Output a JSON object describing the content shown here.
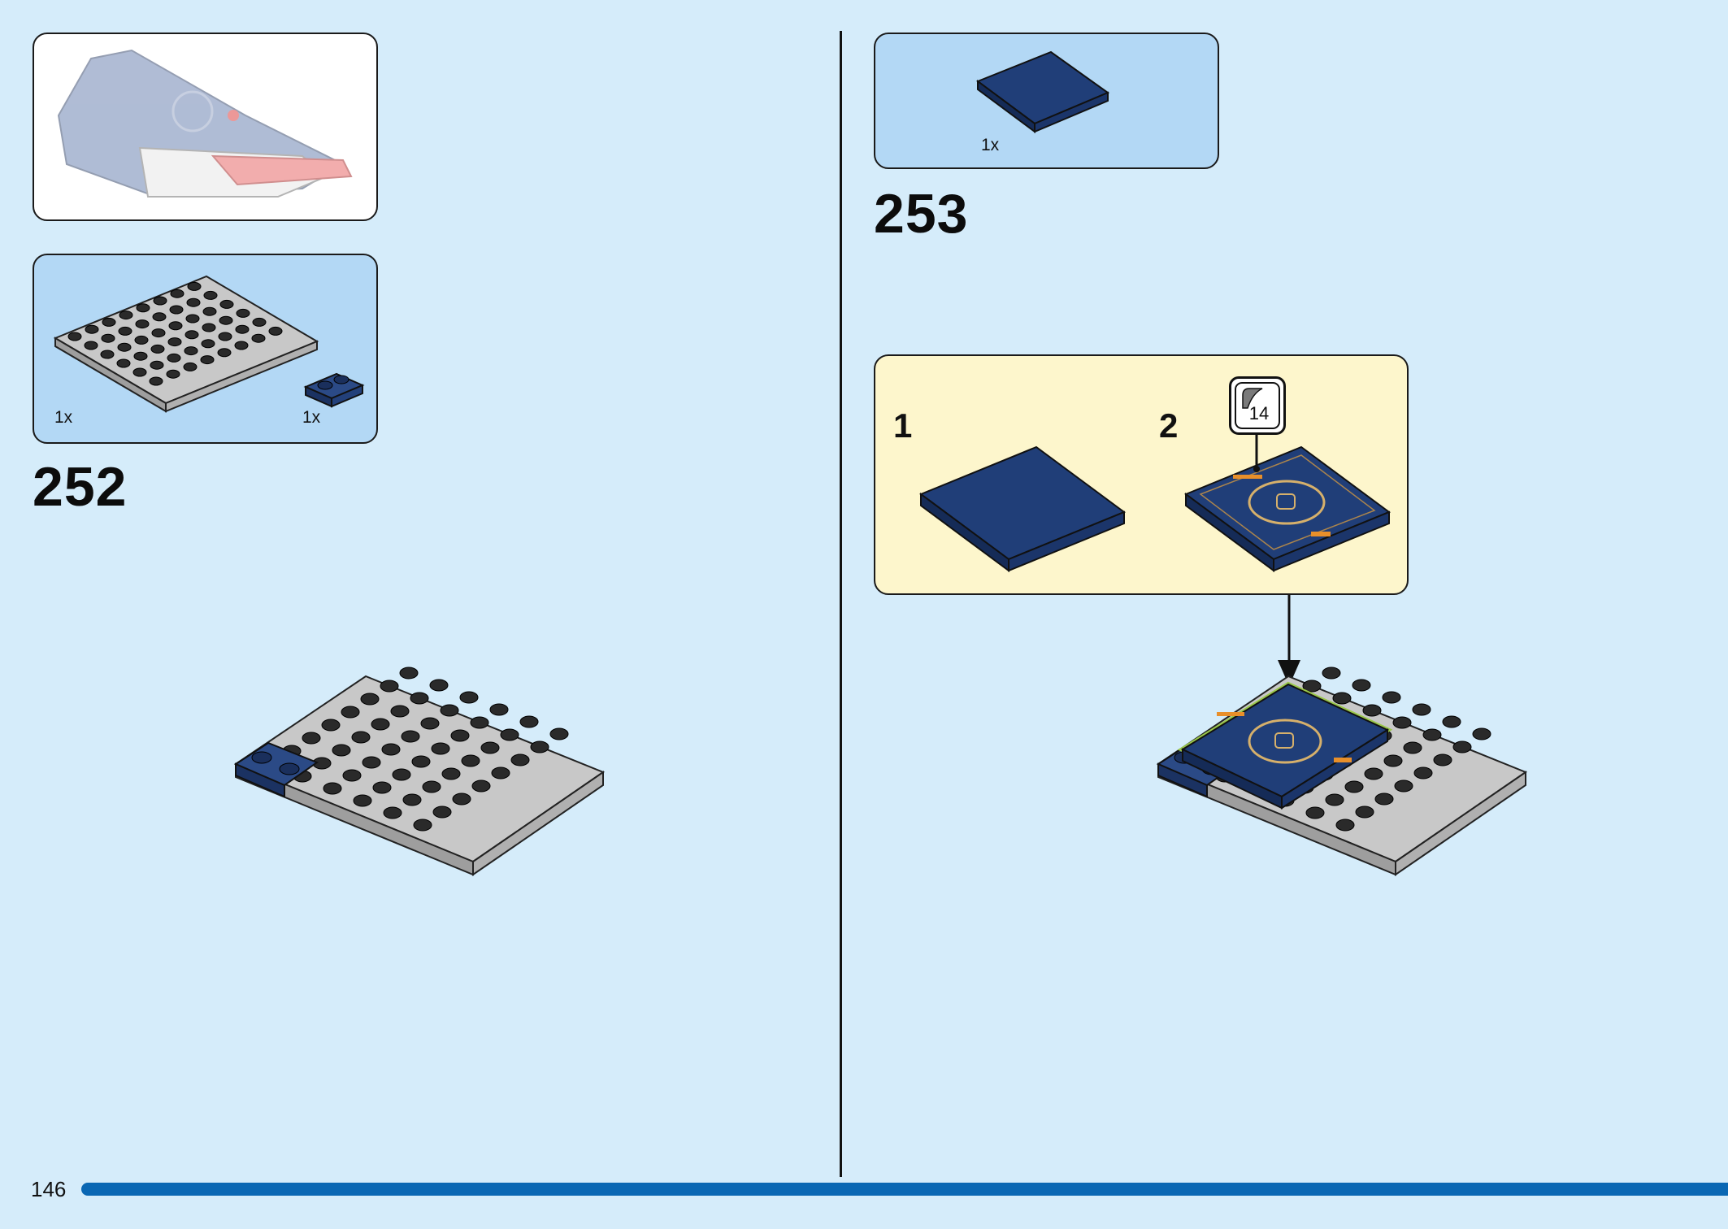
{
  "page": {
    "number": "146"
  },
  "colors": {
    "background": "#d5ecfa",
    "parts_box": "#b3d8f5",
    "substep_box": "#fdf6cc",
    "footer_bar": "#0a67b3",
    "dark_blue_brick": "#1f3f78",
    "gray_plate": "#b8b8b8",
    "stud_black": "#2a2a2a"
  },
  "icons": {
    "sticker": "sticker-icon",
    "arrow": "arrow-down-icon"
  },
  "left": {
    "step_number": "252",
    "parts": [
      {
        "qty": "1x"
      },
      {
        "qty": "1x"
      }
    ]
  },
  "right": {
    "step_number": "253",
    "parts": [
      {
        "qty": "1x"
      }
    ],
    "substeps": [
      {
        "label": "1"
      },
      {
        "label": "2"
      }
    ],
    "sticker_number": "14"
  }
}
